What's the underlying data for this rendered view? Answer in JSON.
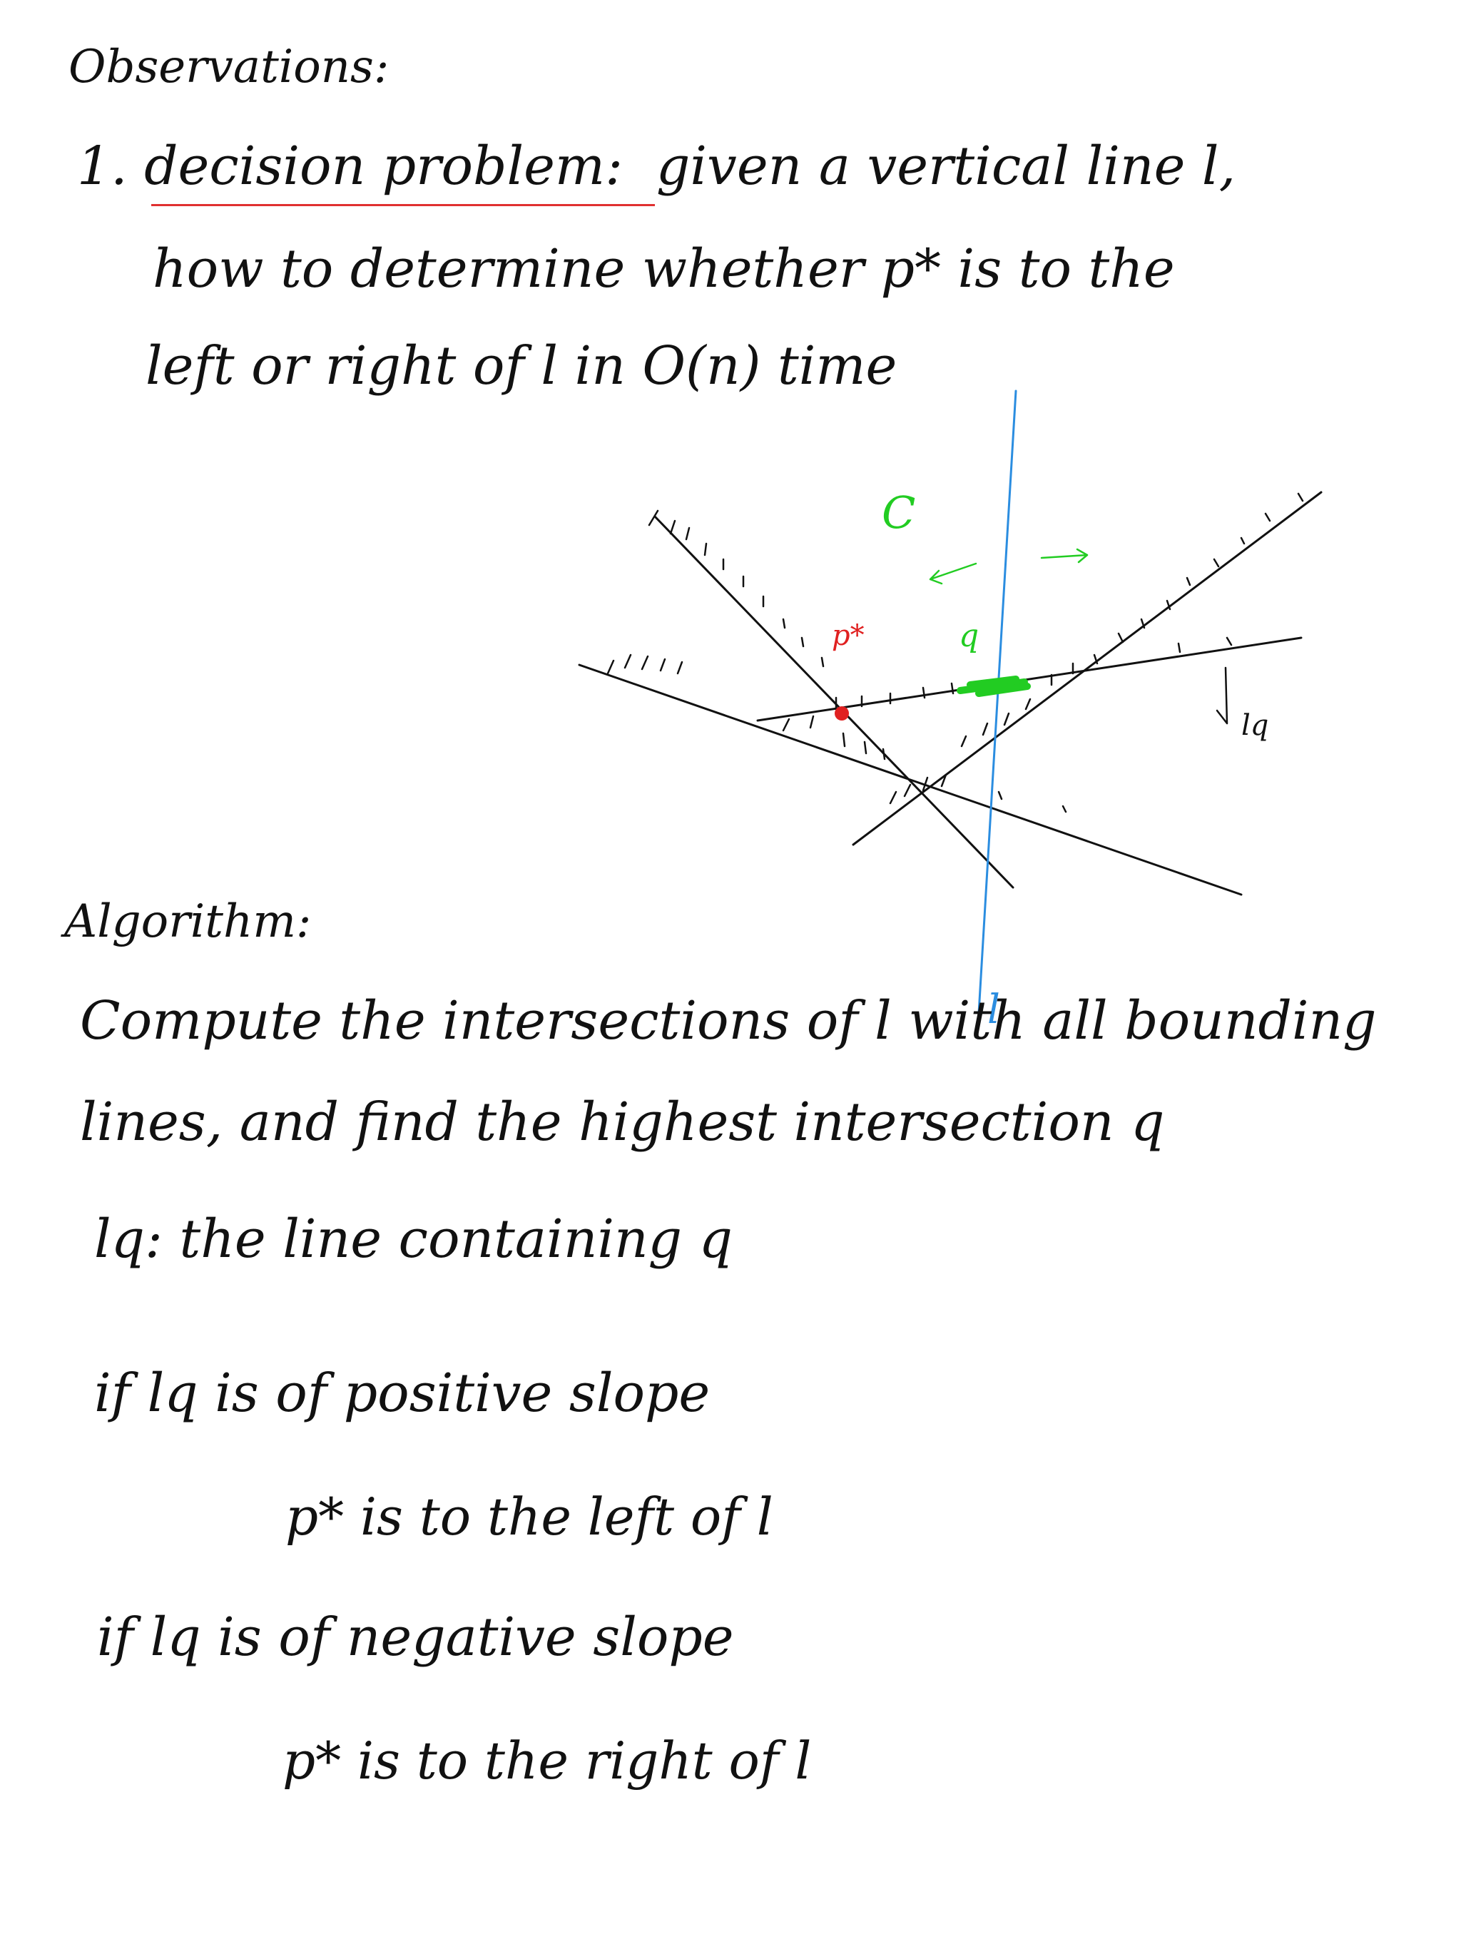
{
  "note": {
    "heading": "Observations:",
    "observation_1": {
      "line_1_prefix": "1. decision problem:",
      "line_1_rest": "given a vertical line l,",
      "line_2": "how to determine whether p* is to the",
      "line_3": "left or right of l in O(n) time"
    },
    "diagram": {
      "label_region": "C",
      "label_point_p": "p*",
      "label_point_q": "q",
      "label_line_lq": "lq",
      "label_vertical": "l",
      "arrow_left": "<-",
      "arrow_right": "->",
      "colors": {
        "ink": "#111111",
        "p_star": "#e02020",
        "q_point": "#22cc22",
        "region_label": "#22cc22",
        "vertical_line": "#2b8de0",
        "underline": "#e03030"
      }
    },
    "algorithm": {
      "heading": "Algorithm:",
      "line_1": "Compute the intersections of l with all bounding",
      "line_2": "lines, and find the highest intersection q",
      "line_3": "lq: the line containing q",
      "case_1_condition": "if lq is of positive slope",
      "case_1_result": "p* is to the left of l",
      "case_2_condition": "if lq is of negative slope",
      "case_2_result": "p* is to the right of l"
    }
  }
}
